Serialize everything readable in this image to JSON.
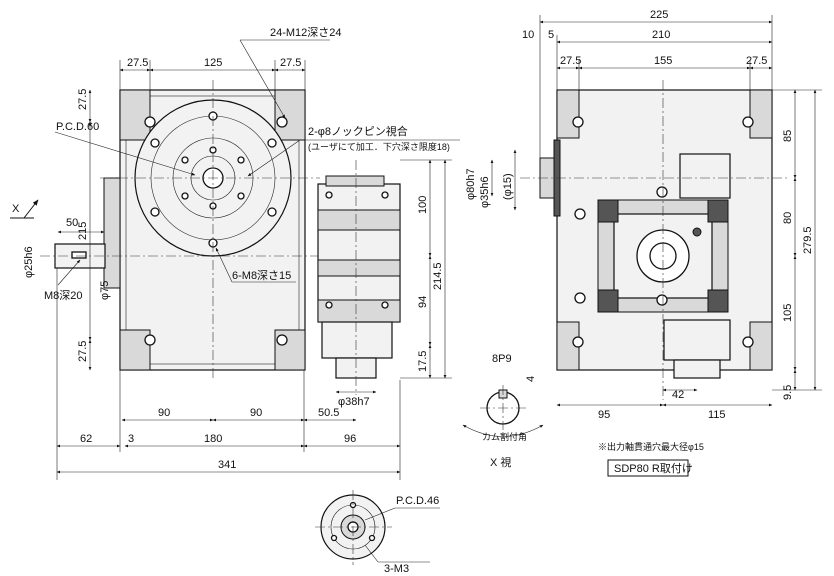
{
  "drawing": {
    "front_view": {
      "top_dims": [
        "27.5",
        "125",
        "27.5"
      ],
      "tapped_holes_note": "24-M12深さ24",
      "pcd_note": "P.C.D.60",
      "pin_note_line1": "2-φ8ノックピン視合",
      "pin_note_line2": "(ユーザにて加工．下穴深さ限度18)",
      "tap_note_2": "6-M8深さ15",
      "left_dims": [
        "27.5",
        "215",
        "27.5"
      ],
      "shaft_dims": [
        "50",
        "φ25h6",
        "φ75",
        "M8深20"
      ],
      "view_arrow": "X",
      "bottom_dims_row1": [
        "90",
        "90",
        "50.5"
      ],
      "bottom_dims_row2": [
        "62",
        "3",
        "180",
        "96"
      ],
      "overall_width": "341"
    },
    "side_view_left": {
      "height_dims": [
        "100",
        "214.5",
        "94",
        "17.5"
      ],
      "shaft_dia": "φ38h7",
      "bore_dia": "φ80h7"
    },
    "right_view": {
      "overall_width": "225",
      "dims_top": [
        "10",
        "5",
        "210"
      ],
      "dims_row2": [
        "27.5",
        "155",
        "27.5"
      ],
      "shaft_labels": [
        "φ35h6",
        "(φ15)"
      ],
      "right_dims": [
        "85",
        "80",
        "279.5",
        "105",
        "9.5"
      ],
      "bottom_dims": [
        "42",
        "95",
        "115"
      ],
      "note": "※出力軸貫通穴最大径φ15",
      "model_label": "SDP80 R取付け"
    },
    "keyway_detail": {
      "key_label": "8P9",
      "depth": "4",
      "cam_label": "カム割付角",
      "view_label": "X 視"
    },
    "bottom_detail": {
      "pcd_note": "P.C.D.46",
      "tap_note": "3-M3"
    }
  }
}
